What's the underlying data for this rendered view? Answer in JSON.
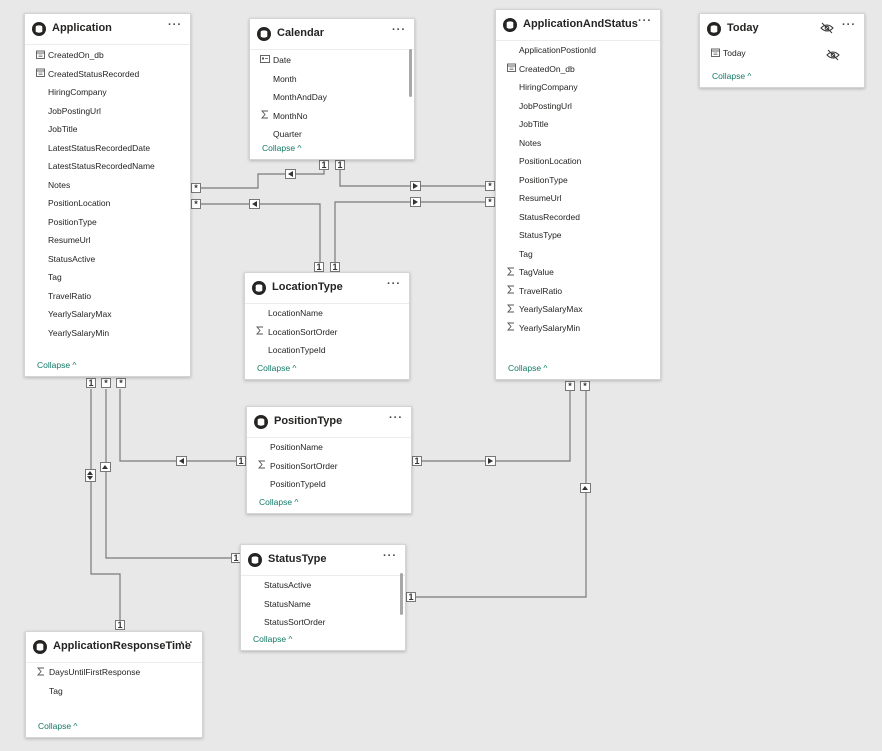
{
  "tables": {
    "application": {
      "title": "Application",
      "more": "···",
      "fields": [
        {
          "label": "CreatedOn_db",
          "icon": "calendar-icon"
        },
        {
          "label": "CreatedStatusRecorded",
          "icon": "calendar-icon"
        },
        {
          "label": "HiringCompany",
          "icon": ""
        },
        {
          "label": "JobPostingUrl",
          "icon": ""
        },
        {
          "label": "JobTitle",
          "icon": ""
        },
        {
          "label": "LatestStatusRecordedDate",
          "icon": ""
        },
        {
          "label": "LatestStatusRecordedName",
          "icon": ""
        },
        {
          "label": "Notes",
          "icon": ""
        },
        {
          "label": "PositionLocation",
          "icon": ""
        },
        {
          "label": "PositionType",
          "icon": ""
        },
        {
          "label": "ResumeUrl",
          "icon": ""
        },
        {
          "label": "StatusActive",
          "icon": ""
        },
        {
          "label": "Tag",
          "icon": ""
        },
        {
          "label": "TravelRatio",
          "icon": ""
        },
        {
          "label": "YearlySalaryMax",
          "icon": ""
        },
        {
          "label": "YearlySalaryMin",
          "icon": ""
        }
      ],
      "collapse": "Collapse ^"
    },
    "calendar": {
      "title": "Calendar",
      "more": "···",
      "fields": [
        {
          "label": "Date",
          "icon": "date-hierarchy-icon"
        },
        {
          "label": "Month",
          "icon": ""
        },
        {
          "label": "MonthAndDay",
          "icon": ""
        },
        {
          "label": "MonthNo",
          "icon": "sigma-icon"
        },
        {
          "label": "Quarter",
          "icon": ""
        }
      ],
      "collapse": "Collapse ^"
    },
    "applicationAndStatus": {
      "title": "ApplicationAndStatus",
      "more": "···",
      "fields": [
        {
          "label": "ApplicationPostionId",
          "icon": ""
        },
        {
          "label": "CreatedOn_db",
          "icon": "calendar-icon"
        },
        {
          "label": "HiringCompany",
          "icon": ""
        },
        {
          "label": "JobPostingUrl",
          "icon": ""
        },
        {
          "label": "JobTitle",
          "icon": ""
        },
        {
          "label": "Notes",
          "icon": ""
        },
        {
          "label": "PositionLocation",
          "icon": ""
        },
        {
          "label": "PositionType",
          "icon": ""
        },
        {
          "label": "ResumeUrl",
          "icon": ""
        },
        {
          "label": "StatusRecorded",
          "icon": ""
        },
        {
          "label": "StatusType",
          "icon": ""
        },
        {
          "label": "Tag",
          "icon": ""
        },
        {
          "label": "TagValue",
          "icon": "sigma-icon"
        },
        {
          "label": "TravelRatio",
          "icon": "sigma-icon"
        },
        {
          "label": "YearlySalaryMax",
          "icon": "sigma-icon"
        },
        {
          "label": "YearlySalaryMin",
          "icon": "sigma-icon"
        }
      ],
      "collapse": "Collapse ^"
    },
    "today": {
      "title": "Today",
      "more": "···",
      "fields": [
        {
          "label": "Today",
          "icon": "calendar-icon"
        }
      ],
      "collapse": "Collapse ^"
    },
    "locationType": {
      "title": "LocationType",
      "more": "···",
      "fields": [
        {
          "label": "LocationName",
          "icon": ""
        },
        {
          "label": "LocationSortOrder",
          "icon": "sigma-icon"
        },
        {
          "label": "LocationTypeId",
          "icon": ""
        }
      ],
      "collapse": "Collapse ^"
    },
    "positionType": {
      "title": "PositionType",
      "more": "···",
      "fields": [
        {
          "label": "PositionName",
          "icon": ""
        },
        {
          "label": "PositionSortOrder",
          "icon": "sigma-icon"
        },
        {
          "label": "PositionTypeId",
          "icon": ""
        }
      ],
      "collapse": "Collapse ^"
    },
    "statusType": {
      "title": "StatusType",
      "more": "···",
      "fields": [
        {
          "label": "StatusActive",
          "icon": ""
        },
        {
          "label": "StatusName",
          "icon": ""
        },
        {
          "label": "StatusSortOrder",
          "icon": ""
        }
      ],
      "collapse": "Collapse ^"
    },
    "applicationResponseTime": {
      "title": "ApplicationResponseTime",
      "more": "···",
      "fields": [
        {
          "label": "DaysUntilFirstResponse",
          "icon": "sigma-icon"
        },
        {
          "label": "Tag",
          "icon": ""
        }
      ],
      "collapse": "Collapse ^"
    }
  },
  "cardinality": {
    "one": "1",
    "many": "*"
  },
  "colors": {
    "canvas": "#e8e8e8",
    "accent": "#117865",
    "line": "#7a7a7a"
  }
}
